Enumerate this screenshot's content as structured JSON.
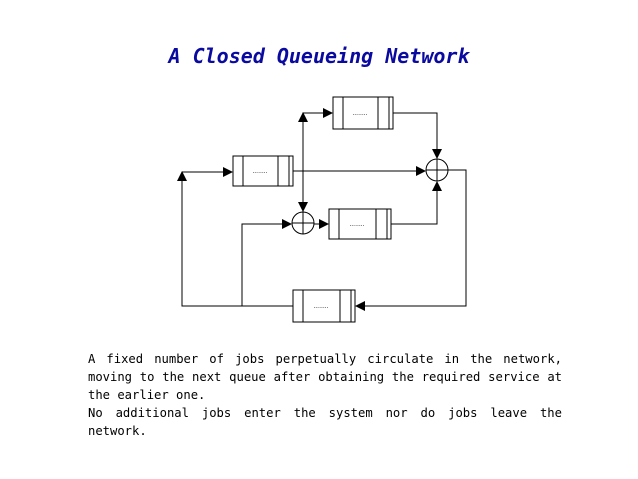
{
  "title": {
    "text": "A Closed Queueing Network",
    "color": "#0a0aa0"
  },
  "caption": {
    "paragraph_1": "A fixed number of jobs perpetually circulate in the network, moving to the next queue after obtaining the required service at the earlier one.",
    "paragraph_2": "No additional jobs enter the system nor do jobs leave the network."
  },
  "diagram": {
    "queue_count": 4,
    "junction_count": 2,
    "queue_inner_label": "........"
  }
}
